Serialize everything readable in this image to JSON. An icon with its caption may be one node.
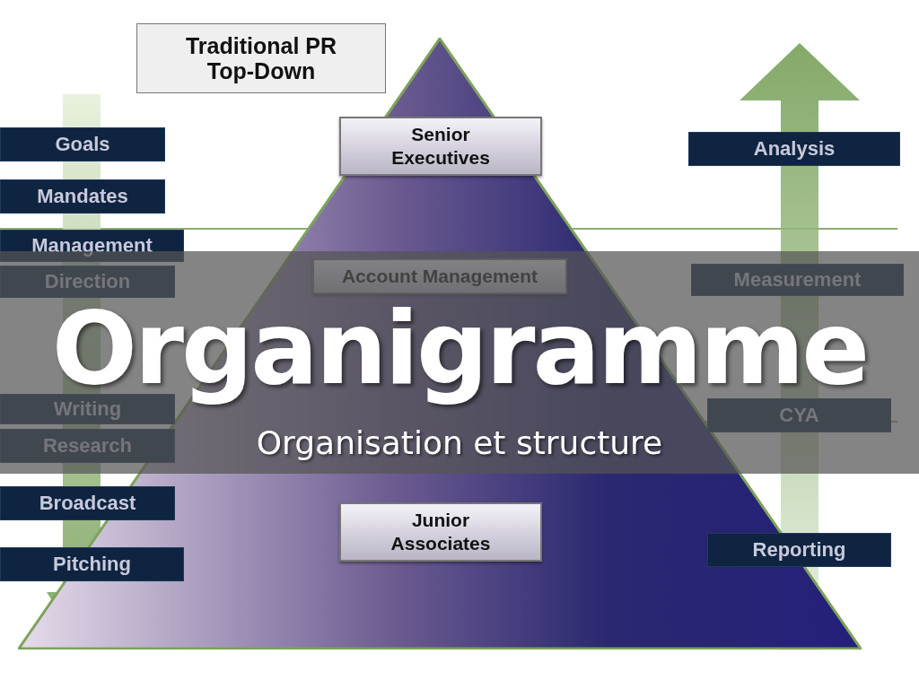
{
  "diagram": {
    "title": "Organigramme",
    "caption": "Organisation et structure",
    "nodes": [
      {
        "text": [
          "Traditional PR Top-Down"
        ]
      },
      {
        "text": [],
        "shape": "triangle"
      },
      {
        "text": [
          "Senior Executives"
        ],
        "in": 1
      },
      {
        "text": [
          "Account Management"
        ],
        "in": 1
      },
      {
        "text": [
          "Junior Associates"
        ],
        "in": 1
      },
      {
        "text": [
          "Goals"
        ]
      },
      {
        "text": [
          "Mandates"
        ]
      },
      {
        "text": [
          "Management"
        ]
      },
      {
        "text": [
          "Direction"
        ]
      },
      {
        "text": [
          "Writing"
        ]
      },
      {
        "text": [
          "Research"
        ]
      },
      {
        "text": [
          "Broadcast"
        ]
      },
      {
        "text": [
          "Pitching"
        ]
      },
      {
        "text": [
          "Analysis"
        ]
      },
      {
        "text": [
          "Measurement"
        ]
      },
      {
        "text": [
          "CYA"
        ]
      },
      {
        "text": [
          "Reporting"
        ]
      }
    ],
    "edges": []
  }
}
